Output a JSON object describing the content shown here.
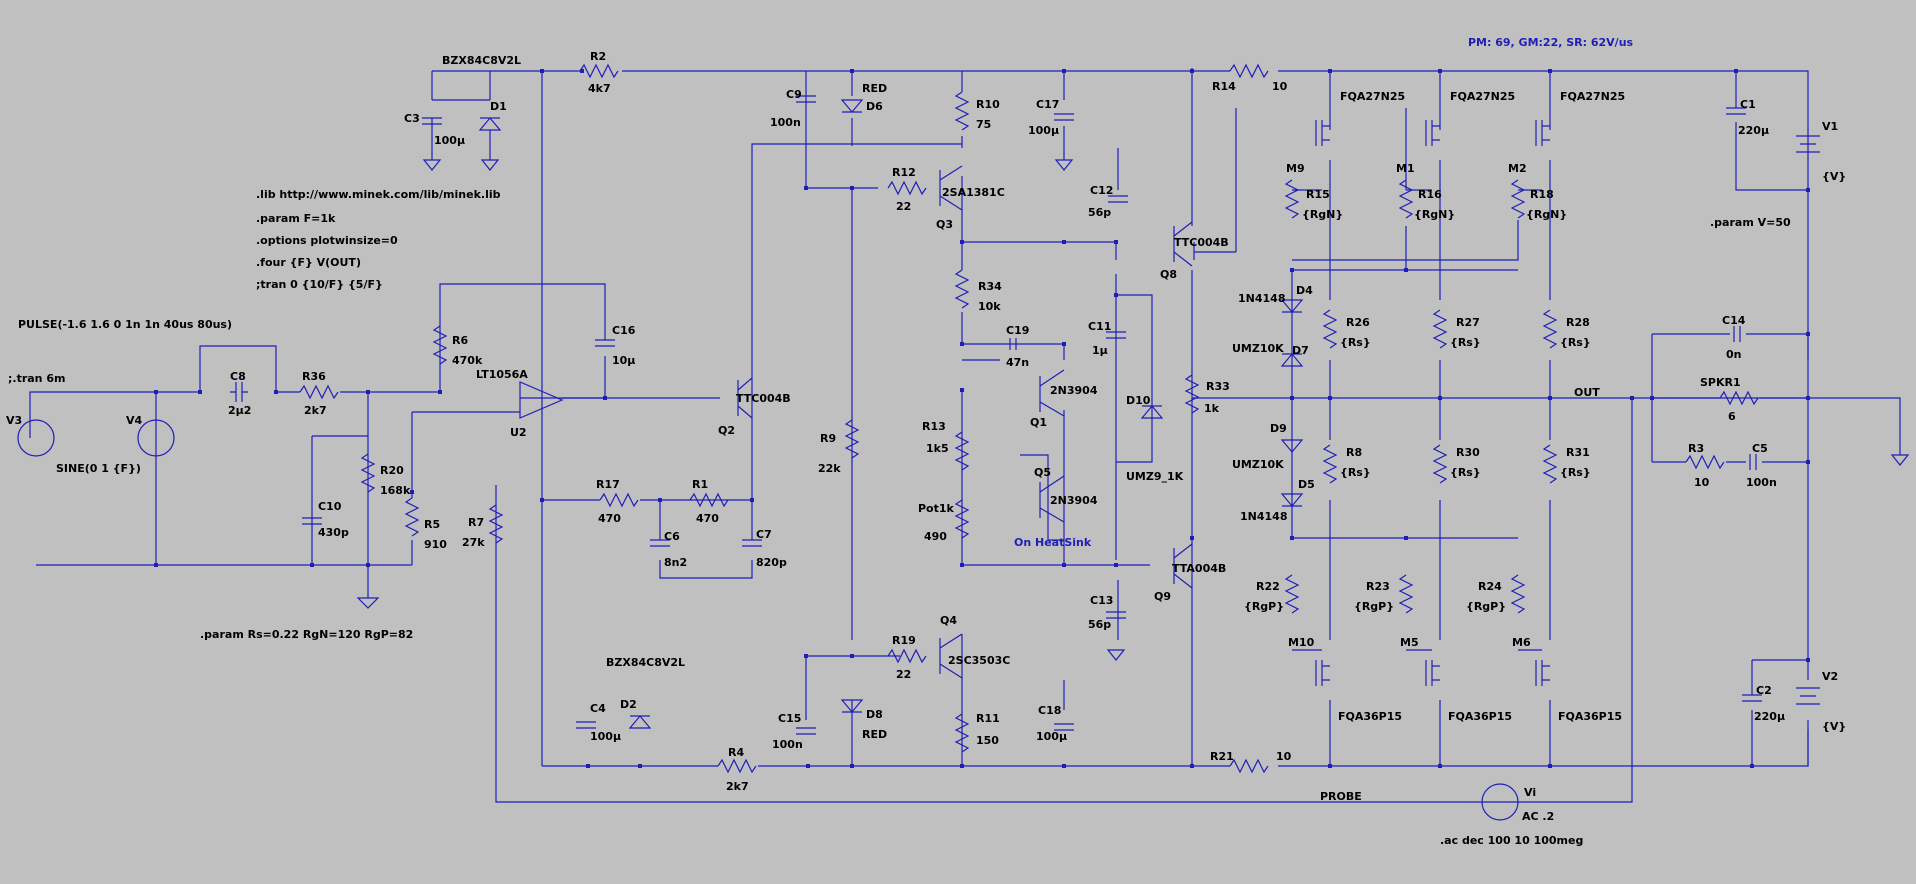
{
  "header": "PM: 69, GM:22, SR: 62V/us",
  "directives": {
    "lib": ".lib http://www.minek.com/lib/minek.lib",
    "param_f": ".param F=1k",
    "options": ".options plotwinsize=0",
    "four": ".four {F} V(OUT)",
    "tran": ";tran 0 {10/F} {5/F}",
    "tran2": ";.tran 6m",
    "param_rs": ".param Rs=0.22 RgN=120 RgP=82",
    "param_v": ".param V=50",
    "ac": ".ac dec 100 10 100meg",
    "heatsink": "On HeatSink"
  },
  "labels": {
    "pulse": "PULSE(-1.6 1.6 0 1n 1n 40us 80us)",
    "sine": "SINE(0 1 {F})",
    "out": "OUT",
    "probe": "PROBE"
  },
  "components": {
    "V3": "V3",
    "V4": "V4",
    "C8": "C8",
    "C8v": "2µ2",
    "R36": "R36",
    "R36v": "2k7",
    "R6": "R6",
    "R6v": "470k",
    "C16": "C16",
    "C16v": "10µ",
    "U2": "U2",
    "U2v": "LT1056A",
    "C10": "C10",
    "C10v": "430p",
    "R20": "R20",
    "R20v": "168k",
    "R5": "R5",
    "R5v": "910",
    "R7": "R7",
    "R7v": "27k",
    "R17": "R17",
    "R17v": "470",
    "R1": "R1",
    "R1v": "470",
    "C6": "C6",
    "C6v": "8n2",
    "C7": "C7",
    "C7v": "820p",
    "Q2": "Q2",
    "Q2v": "TTC004B",
    "C3": "C3",
    "C3v": "100µ",
    "D1": "D1",
    "D1v": "BZX84C8V2L",
    "R2": "R2",
    "R2v": "4k7",
    "C9": "C9",
    "C9v": "100n",
    "D6": "D6",
    "D6v": "RED",
    "R10": "R10",
    "R10v": "75",
    "R12": "R12",
    "R12v": "22",
    "Q3": "Q3",
    "Q3v": "2SA1381C",
    "C17": "C17",
    "C17v": "100µ",
    "C12": "C12",
    "C12v": "56p",
    "R34": "R34",
    "R34v": "10k",
    "C19": "C19",
    "C19v": "47n",
    "Q1": "Q1",
    "Q1v": "2N3904",
    "Q5": "Q5",
    "Q5v": "2N3904",
    "R9": "R9",
    "R9v": "22k",
    "R13": "R13",
    "R13v": "1k5",
    "Pot1k": "Pot1k",
    "Pot1kv": "490",
    "C11": "C11",
    "C11v": "1µ",
    "D10": "D10",
    "D10v": "UMZ9_1K",
    "C13": "C13",
    "C13v": "56p",
    "Q8": "Q8",
    "Q8v": "TTC004B",
    "Q9": "Q9",
    "Q9v": "TTA004B",
    "R33": "R33",
    "R33v": "1k",
    "R14": "R14",
    "R14v": "10",
    "R21": "R21",
    "R21v": "10",
    "D4": "D4",
    "D4v": "1N4148",
    "D7": "D7",
    "D7v": "UMZ10K",
    "D9": "D9",
    "D9v": "UMZ10K",
    "D5": "D5",
    "D5v": "1N4148",
    "M9": "M9",
    "M1": "M1",
    "M2": "M2",
    "Mnv": "FQA27N25",
    "M10": "M10",
    "M5": "M5",
    "M6": "M6",
    "Mpv": "FQA36P15",
    "R15": "R15",
    "R16": "R16",
    "R18": "R18",
    "RgN": "{RgN}",
    "R22": "R22",
    "R23": "R23",
    "R24": "R24",
    "RgP": "{RgP}",
    "R26": "R26",
    "R27": "R27",
    "R28": "R28",
    "R8": "R8",
    "R30": "R30",
    "R31": "R31",
    "Rs": "{Rs}",
    "C1": "C1",
    "C1v": "220µ",
    "V1": "V1",
    "V1v": "{V}",
    "C2": "C2",
    "C2v": "220µ",
    "V2": "V2",
    "V2v": "{V}",
    "C14": "C14",
    "C14v": "0n",
    "SPKR1": "SPKR1",
    "SPKR1v": "6",
    "R3": "R3",
    "R3v": "10",
    "C5": "C5",
    "C5v": "100n",
    "Q4": "Q4",
    "Q4v": "2SC3503C",
    "R19": "R19",
    "R19v": "22",
    "R11": "R11",
    "R11v": "150",
    "C18": "C18",
    "C18v": "100µ",
    "C15": "C15",
    "C15v": "100n",
    "D8": "D8",
    "D8v": "RED",
    "R4": "R4",
    "R4v": "2k7",
    "C4": "C4",
    "C4v": "100µ",
    "D2": "D2",
    "D2v": "BZX84C8V2L",
    "Vi": "Vi",
    "Viv": "AC .2"
  }
}
